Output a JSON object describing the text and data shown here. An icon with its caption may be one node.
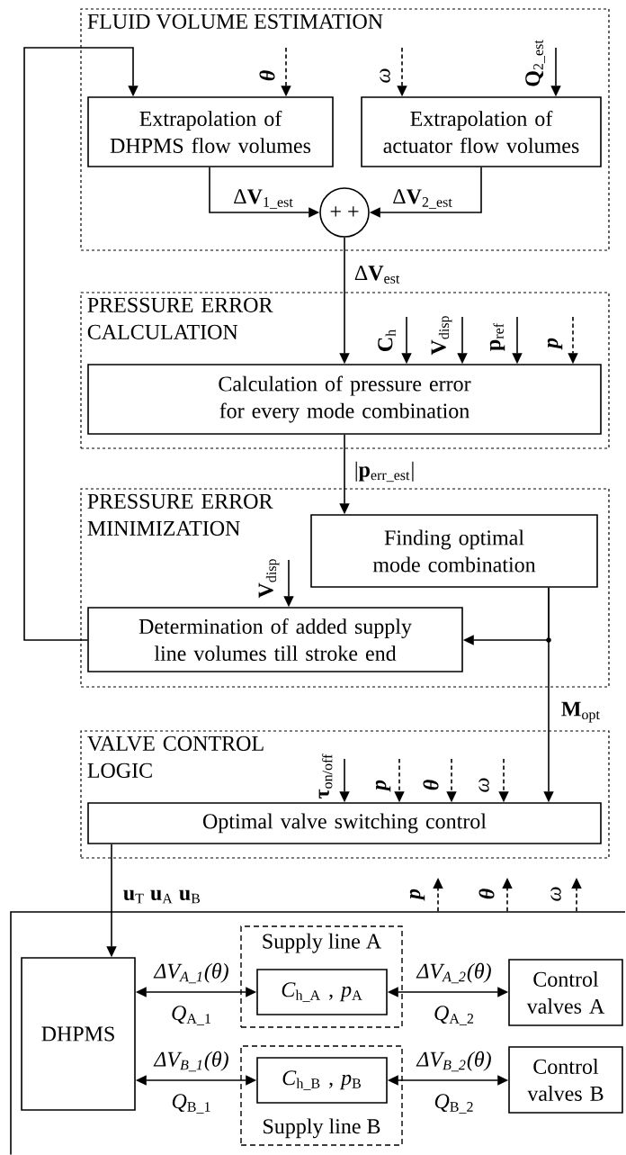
{
  "diagram": {
    "nodes": [
      {
        "text": [
          "FLUID VOLUME ESTIMATION"
        ]
      },
      {
        "text": [
          "Extrapolation of DHPMS flow volumes"
        ],
        "in": 0
      },
      {
        "text": [
          "Extrapolation of actuator flow volumes"
        ],
        "in": 0
      },
      {
        "text": [
          "+ +"
        ],
        "in": 0
      },
      {
        "text": [
          "PRESSURE ERROR CALCULATION"
        ]
      },
      {
        "text": [
          "Calculation of pressure error for every mode combination"
        ],
        "in": 4
      },
      {
        "text": [
          "PRESSURE ERROR MINIMIZATION"
        ]
      },
      {
        "text": [
          "Finding optimal mode combination"
        ],
        "in": 6
      },
      {
        "text": [
          "Determination of added supply line volumes till stroke end"
        ],
        "in": 6
      },
      {
        "text": [
          "VALVE CONTROL LOGIC"
        ]
      },
      {
        "text": [
          "Optimal valve switching control"
        ],
        "in": 9
      },
      {
        "text": [],
        "shape": "box"
      },
      {
        "text": [
          "DHPMS"
        ],
        "in": 11
      },
      {
        "text": [
          "Supply line A"
        ],
        "in": 11
      },
      {
        "text": [
          "*C*$_{h_A}$ , *p*$_{A}$"
        ],
        "in": 13
      },
      {
        "text": [
          "Supply line B"
        ],
        "in": 11
      },
      {
        "text": [
          "*C*$_{h_B}$ , *p*$_{B}$"
        ],
        "in": 15
      },
      {
        "text": [
          "Control valves A"
        ],
        "in": 11
      },
      {
        "text": [
          "Control valves B"
        ],
        "in": 11
      }
    ],
    "edges": [
      {
        "from": 8,
        "to": 1,
        "arrow": "to"
      },
      {
        "from": null,
        "to": 1,
        "arrow": "to",
        "label": "θ",
        "style": "dashed"
      },
      {
        "from": null,
        "to": 2,
        "arrow": "to",
        "label": "ω",
        "style": "dashed"
      },
      {
        "from": null,
        "to": 2,
        "arrow": "to",
        "label": "**Q**$_{2_est}$"
      },
      {
        "from": 1,
        "to": 3,
        "arrow": "to",
        "label": "Δ**V**$_{1_est}$"
      },
      {
        "from": 2,
        "to": 3,
        "arrow": "to",
        "label": "Δ**V**$_{2_est}$"
      },
      {
        "from": 3,
        "to": 5,
        "arrow": "to",
        "label": "Δ**V**$_{est}$"
      },
      {
        "from": null,
        "to": 5,
        "arrow": "to",
        "label": "**C**$_{h}$"
      },
      {
        "from": null,
        "to": 5,
        "arrow": "to",
        "label": "**V**$_{disp}$"
      },
      {
        "from": null,
        "to": 5,
        "arrow": "to",
        "label": "**p**$_{ref}$"
      },
      {
        "from": null,
        "to": 5,
        "arrow": "to",
        "label": "p",
        "style": "dashed"
      },
      {
        "from": 5,
        "to": 7,
        "arrow": "to",
        "label": "|**p**$_{err_est}$|"
      },
      {
        "from": null,
        "to": 8,
        "arrow": "to",
        "label": "**V**$_{disp}$"
      },
      {
        "from": 7,
        "to": 8,
        "arrow": "to"
      },
      {
        "from": 7,
        "to": 10,
        "arrow": "to",
        "label": "**M**$_{opt}$"
      },
      {
        "from": null,
        "to": 10,
        "arrow": "to",
        "label": "**τ**$_{on/off}$"
      },
      {
        "from": null,
        "to": 10,
        "arrow": "to",
        "label": "p",
        "style": "dashed"
      },
      {
        "from": null,
        "to": 10,
        "arrow": "to",
        "label": "θ",
        "style": "dashed"
      },
      {
        "from": null,
        "to": 10,
        "arrow": "to",
        "label": "ω",
        "style": "dashed"
      },
      {
        "from": 10,
        "to": 12,
        "arrow": "to",
        "label": "**u**$_{T}$ **u**$_{A}$ **u**$_{B}$"
      },
      {
        "from": 11,
        "to": null,
        "arrow": "to",
        "label": "p",
        "style": "dashed"
      },
      {
        "from": 11,
        "to": null,
        "arrow": "to",
        "label": "θ",
        "style": "dashed"
      },
      {
        "from": 11,
        "to": null,
        "arrow": "to",
        "label": "ω",
        "style": "dashed"
      },
      {
        "from": 12,
        "to": 14,
        "arrow": "both",
        "label": "ΔV$_{A_1}$(θ)"
      },
      {
        "from": 14,
        "to": 17,
        "arrow": "both",
        "label": "ΔV$_{A_2}$(θ)"
      },
      {
        "from": 12,
        "to": 16,
        "arrow": "both",
        "label": "ΔV$_{B_1}$(θ)"
      },
      {
        "from": 16,
        "to": 18,
        "arrow": "both",
        "label": "ΔV$_{B_2}$(θ)"
      }
    ],
    "labels": [
      "*Q*$_{A_1}$",
      "*Q*$_{A_2}$",
      "*Q*$_{B_1}$",
      "*Q*$_{B_2}$"
    ]
  }
}
